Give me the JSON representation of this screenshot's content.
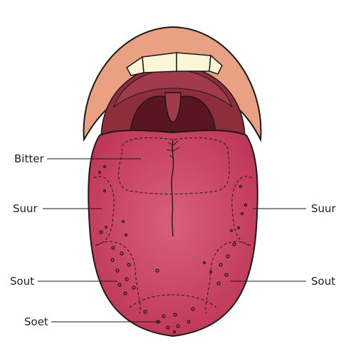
{
  "labels": {
    "bitter": "Bitter",
    "sour_left": "Suur",
    "sour_right": "Suur",
    "salt_left": "Sout",
    "salt_right": "Sout",
    "sweet": "Soet"
  },
  "colors": {
    "lip": "#e9a083",
    "mouth": "#8e2d3c",
    "throat": "#5a1523",
    "teeth": "#fbf7d6",
    "tongue": "#c9435f",
    "tongue_light": "#d55a74",
    "outline": "#1a1a1a"
  }
}
